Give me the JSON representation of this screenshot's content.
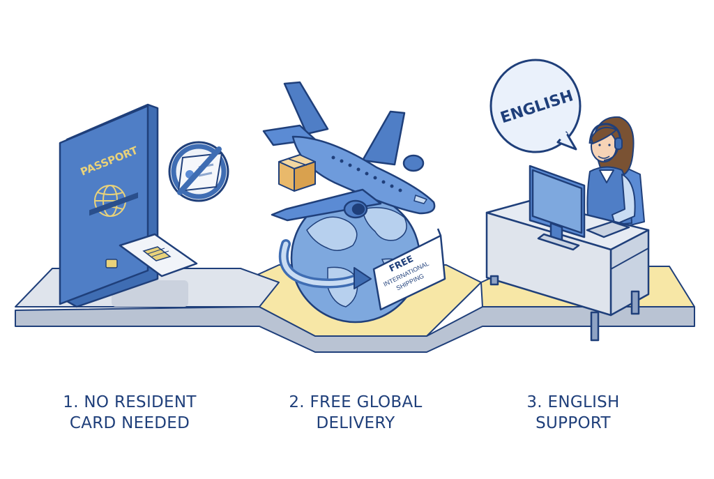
{
  "colors": {
    "outline": "#1f3f7a",
    "blue": "#5b8bd4",
    "blue_dark": "#3f6db3",
    "blue_light": "#c9dcf3",
    "gray_platform": "#dfe4ec",
    "yellow_platform": "#f7e7a6",
    "label": "#1f3f7a"
  },
  "steps": [
    {
      "line1": "1. NO RESIDENT",
      "line2": "CARD NEEDED",
      "icons": [
        "passport-icon",
        "sim-card-icon",
        "no-id-card-icon"
      ],
      "passport_text": "PASSPORT"
    },
    {
      "line1": "2. FREE GLOBAL",
      "line2": "DELIVERY",
      "icons": [
        "airplane-icon",
        "package-icon",
        "globe-icon"
      ],
      "banner_line1": "FREE",
      "banner_line2": "INTERNATIONAL",
      "banner_line3": "SHIPPING"
    },
    {
      "line1": "3. ENGLISH",
      "line2": "SUPPORT",
      "icons": [
        "speech-bubble-icon",
        "support-agent-icon",
        "desk-icon",
        "monitor-icon"
      ],
      "bubble_text": "ENGLISH"
    }
  ]
}
